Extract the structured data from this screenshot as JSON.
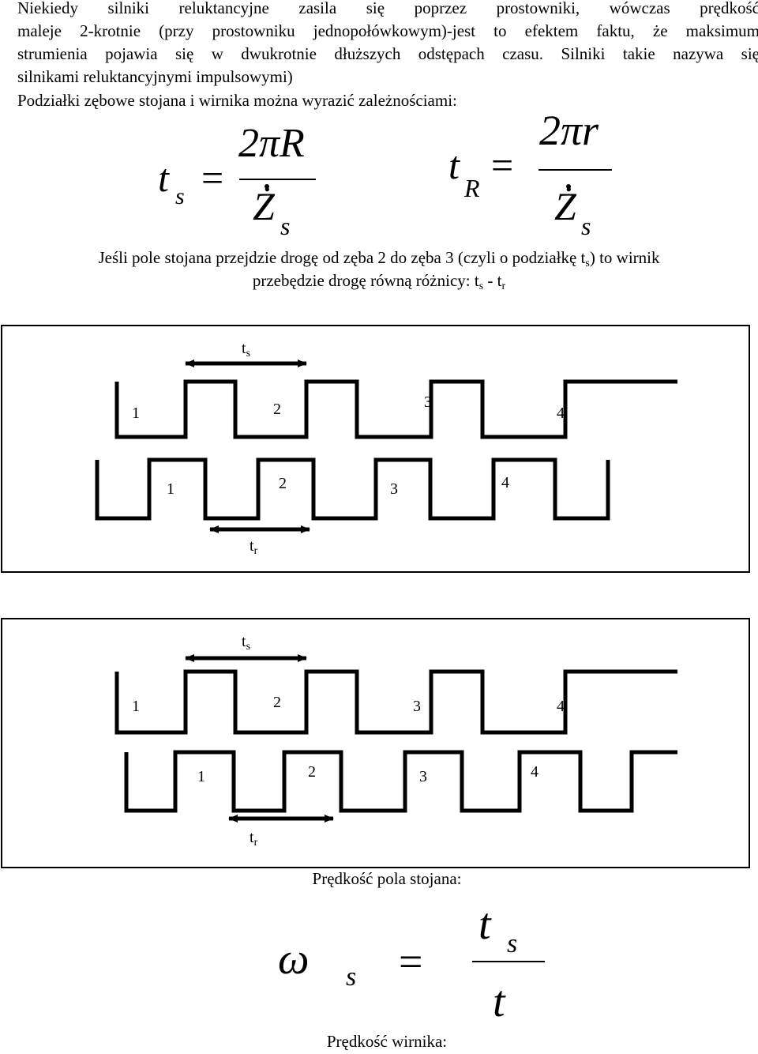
{
  "intro": {
    "line1": "Niekiedy silniki reluktancyjne zasila się poprzez prostowniki, wówczas prędkość",
    "line2": "maleje 2-krotnie (przy prostowniku jednopołówkowym)-jest to efektem faktu, że maksimum",
    "line3": "strumienia pojawia się w dwukrotnie dłuższych odstępach czasu. Silniki takie nazywa się",
    "line4": "silnikami reluktancyjnymi impulsowymi)",
    "line5": "Podziałki zębowe stojana i wirnika można wyrazić zależnościami:"
  },
  "formula_ts": {
    "lhs": "t",
    "lhs_sub": "s",
    "eq": "=",
    "num": "2πR",
    "den": "Ż",
    "den_sub": "s"
  },
  "formula_tr": {
    "lhs": "t",
    "lhs_sub": "R",
    "eq": "=",
    "num": "2πr",
    "den": "Ż",
    "den_sub": "s"
  },
  "explain": {
    "line1_a": "Jeśli pole stojana przejdzie drogę od zęba 2 do zęba 3 (czyli o podziałkę t",
    "line1_sub": "s",
    "line1_b": ") to wirnik",
    "line2_a": "przebędzie drogę równą różnicy: t",
    "line2_sub1": "s",
    "line2_mid": " - t",
    "line2_sub2": "r"
  },
  "diagram1": {
    "ts_label": "t",
    "ts_sub": "s",
    "tr_label": "t",
    "tr_sub": "r",
    "stator_teeth": [
      "1",
      "2",
      "3",
      "4"
    ],
    "rotor_teeth": [
      "1",
      "2",
      "3",
      "4"
    ]
  },
  "diagram2": {
    "ts_label": "t",
    "ts_sub": "s",
    "tr_label": "t",
    "tr_sub": "r",
    "stator_teeth": [
      "1",
      "2",
      "3",
      "4"
    ],
    "rotor_teeth": [
      "1",
      "2",
      "3",
      "4"
    ]
  },
  "speed_stator": {
    "caption": "Prędkość pola stojana:"
  },
  "formula_omega": {
    "lhs": "ω",
    "lhs_sub": "s",
    "eq": "=",
    "num": "t",
    "num_sub": "s",
    "den": "t"
  },
  "speed_rotor": {
    "caption": "Prędkość wirnika:"
  }
}
